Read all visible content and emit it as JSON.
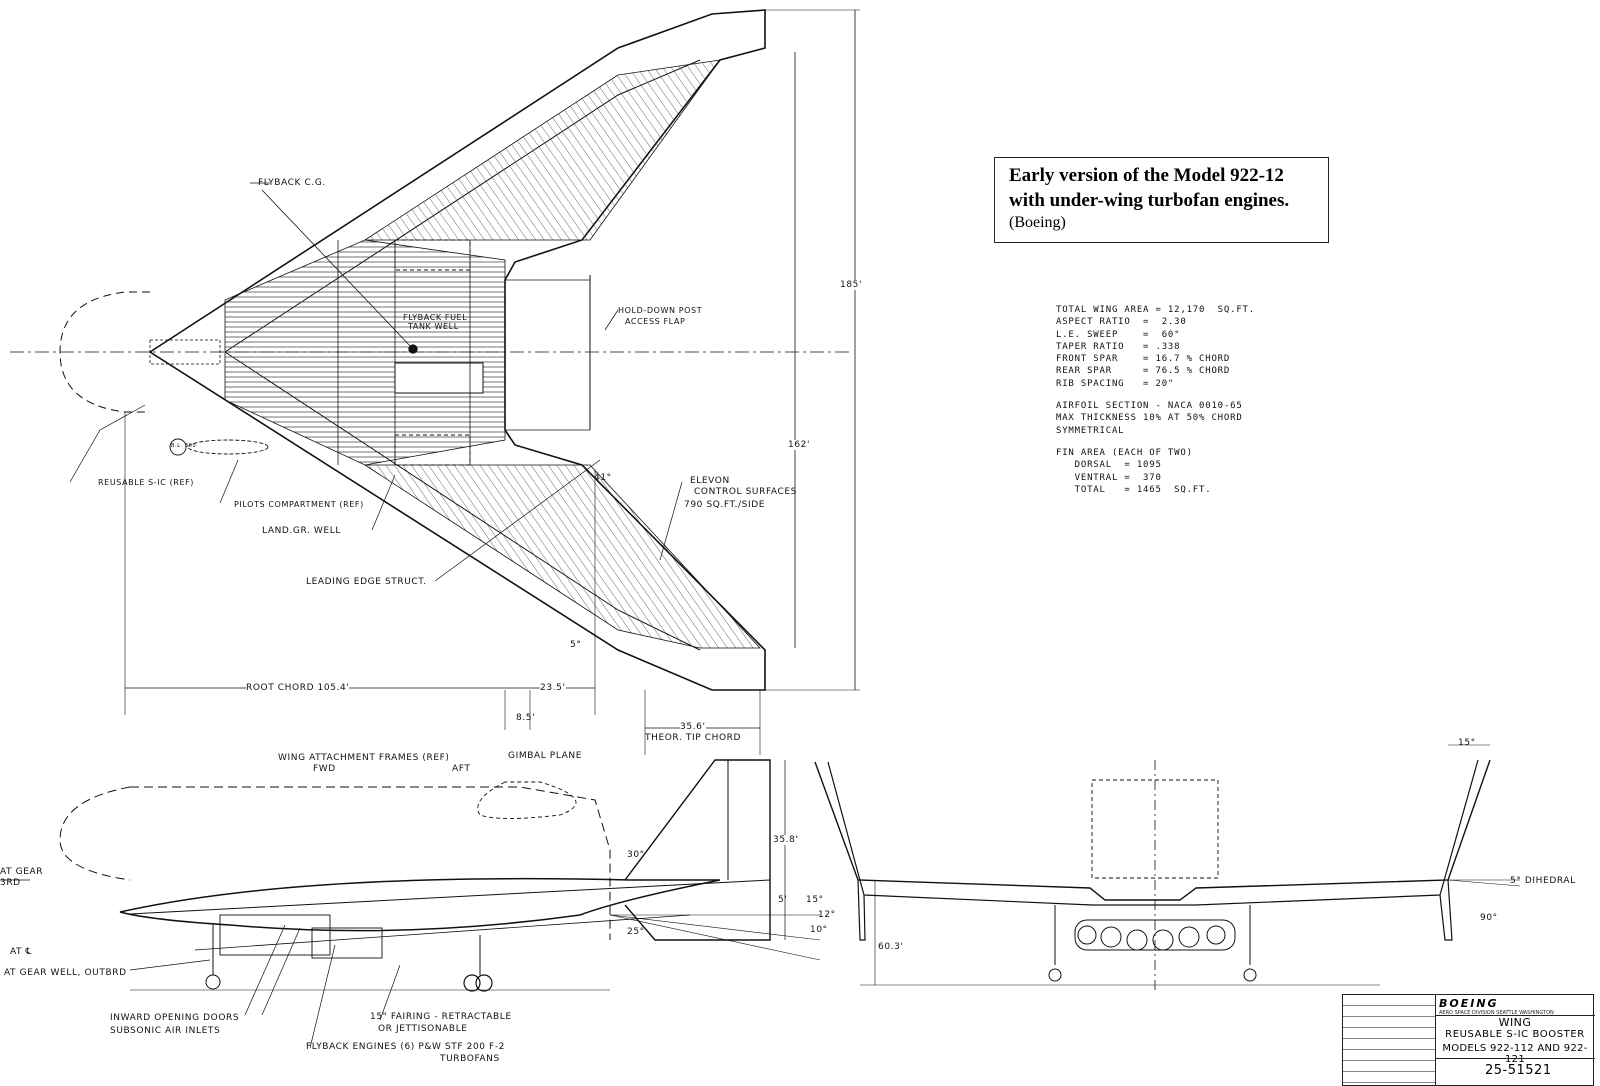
{
  "caption": {
    "title_line1": "Early version of the Model 922-12",
    "title_line2": "with under-wing turbofan engines.",
    "credit": "(Boeing)"
  },
  "specs": {
    "wing_area": "TOTAL WING AREA = 12,170  SQ.FT.",
    "aspect_ratio": "ASPECT RATIO  =  2.30",
    "le_sweep": "L.E. SWEEP    =  60°",
    "taper_ratio": "TAPER RATIO   = .338",
    "front_spar": "FRONT SPAR    = 16.7 % CHORD",
    "rear_spar": "REAR SPAR     = 76.5 % CHORD",
    "rib_spacing": "RIB SPACING   = 20\"",
    "airfoil": "AIRFOIL SECTION - NACA 0010-65",
    "max_thickness": "MAX THICKNESS 10% AT 50% CHORD",
    "symmetrical": "SYMMETRICAL",
    "fin_area": "FIN AREA (EACH OF TWO)",
    "dorsal": "   DORSAL  = 1095",
    "ventral": "   VENTRAL =  370",
    "total": "   TOTAL   = 1465  SQ.FT."
  },
  "labels": {
    "flyback_cg": "FLYBACK C.G.",
    "fuel_tank": "FLYBACK FUEL",
    "fuel_tank2": "TANK WELL",
    "hold_down": "HOLD-DOWN POST",
    "hold_down2": "ACCESS FLAP",
    "reusable_sic": "REUSABLE S-IC (REF)",
    "pilots": "PILOTS COMPARTMENT (REF)",
    "land_gr": "LAND.GR. WELL",
    "leading_edge": "LEADING EDGE STRUCT.",
    "elevon": "ELEVON",
    "elevon2": "CONTROL SURFACES",
    "elevon3": "790 SQ.FT./SIDE",
    "root_chord": "ROOT CHORD  105.4'",
    "dim_23_5": "23.5'",
    "dim_8_5": "8.5'",
    "dim_35_6": "35.6'",
    "tip_chord": "THEOR. TIP CHORD",
    "dim_185": "185'",
    "dim_162": "162'",
    "ang_41": "41°",
    "ang_5": "5°",
    "attach_frames": "WING ATTACHMENT FRAMES (REF)",
    "fwd": "FWD",
    "aft": "AFT",
    "gimbal": "GIMBAL PLANE",
    "ang_30": "30°",
    "ang_25": "25°",
    "dim_35_8": "35.8'",
    "side_5": "5'",
    "side_15": "15°",
    "side_12": "12°",
    "side_10": "10°",
    "at_gear": "AT GEAR",
    "brd": "3RD",
    "at_cl": "AT ℄",
    "gear_well": "AT GEAR WELL, OUTBRD",
    "inward_doors": "INWARD OPENING DOORS",
    "subsonic": "SUBSONIC AIR INLETS",
    "fairing": "15\" FAIRING - RETRACTABLE",
    "jettison": "OR JETTISONABLE",
    "engines": "FLYBACK ENGINES (6) P&W STF 200 F-2",
    "turbofans": "TURBOFANS",
    "front_15": "15°",
    "dihedral": "5° DIHEDRAL",
    "ang_90": "90°",
    "dim_60_3": "60.3'",
    "circle_tag": "B.L. 300"
  },
  "title_block": {
    "company": "BOEING",
    "division": "AERO SPACE DIVISION   SEATTLE WASHINGTON",
    "title1": "WING",
    "title2": "REUSABLE S-IC BOOSTER",
    "title3": "MODELS 922-112 AND 922-121",
    "drawing_no": "25-51521"
  }
}
